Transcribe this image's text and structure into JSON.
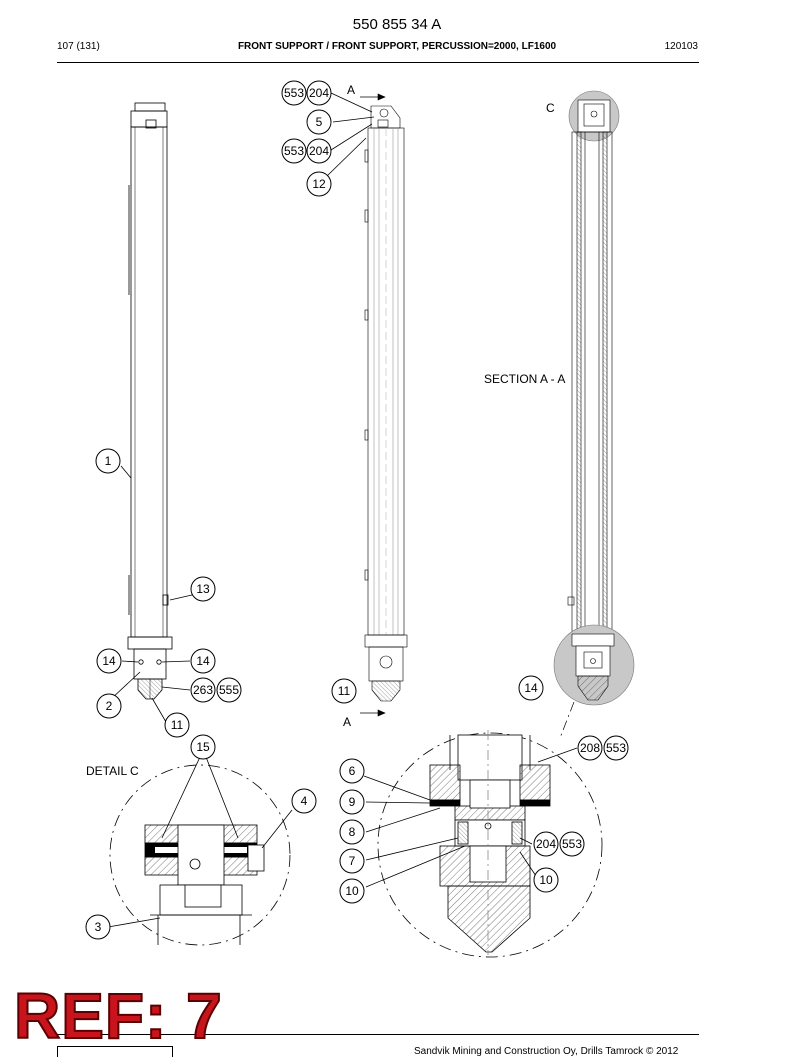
{
  "header": {
    "part_number": "550 855 34 A",
    "page": "107 (131)",
    "title": "FRONT SUPPORT / FRONT SUPPORT, PERCUSSION=2000, LF1600",
    "code": "120103"
  },
  "labels": {
    "section_marker_top": "A",
    "section_marker_bottom": "A",
    "detail_c_marker": "C",
    "section_title": "SECTION A - A",
    "detail_title": "DETAIL C"
  },
  "callouts": {
    "c1": "1",
    "c2": "2",
    "c3": "3",
    "c4": "4",
    "c5": "5",
    "c6": "6",
    "c7": "7",
    "c8": "8",
    "c9": "9",
    "c10a": "10",
    "c10b": "10",
    "c11a": "11",
    "c11b": "11",
    "c12": "12",
    "c13": "13",
    "c14a": "14",
    "c14b": "14",
    "c14c": "14",
    "c15": "15",
    "c553a": "553",
    "c204a": "204",
    "c553b": "553",
    "c204b": "204",
    "c263": "263",
    "c555": "555",
    "c208": "208",
    "c553c": "553",
    "c204c": "204",
    "c553d": "553"
  },
  "stamp": "REF: 7",
  "footer": "Sandvik Mining and Construction Oy, Drills Tamrock © 2012"
}
